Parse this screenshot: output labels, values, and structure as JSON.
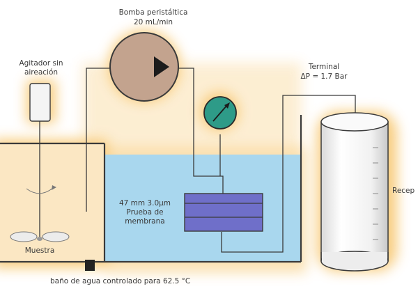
{
  "labels": {
    "pump_name": "Bomba peristáltica",
    "pump_rate": "20 mL/min",
    "stirrer_line1": "Agitador sin",
    "stirrer_line2": "aireación",
    "terminal_line1": "Terminal",
    "terminal_line2": "ΔP = 1.7 Bar",
    "membrane_line1": "47 mm 3.0µm",
    "membrane_line2": "Prueba de",
    "membrane_line3": "membrana",
    "sample": "Muestra",
    "receiver": "Recep",
    "bath": "baño de agua controlado para 62.5 °C"
  },
  "colors": {
    "glow": "#f7c56a",
    "sample_tank": "#fbe7c3",
    "water_bath": "#a9d7ee",
    "pump_body": "#c3a38e",
    "gauge": "#2e9b88",
    "membrane": "#6f6fc9",
    "stirrer_motor": "#f4f4f4",
    "line": "#3a3a3a"
  },
  "icons": [
    "stirrer-motor-icon",
    "pump-icon",
    "pressure-gauge-icon",
    "graduated-cylinder-icon",
    "rotation-arrow-icon"
  ]
}
